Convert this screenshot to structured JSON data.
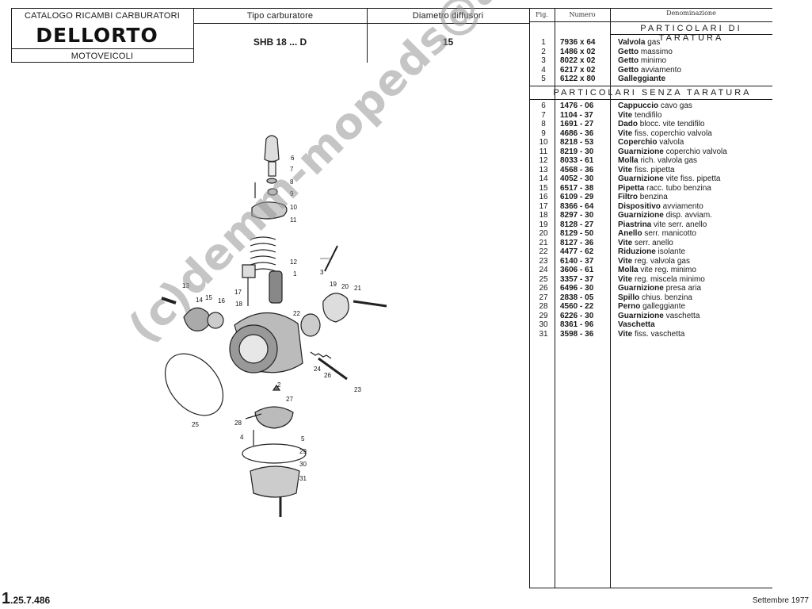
{
  "header": {
    "catalog_title": "CATALOGO RICAMBI CARBURATORI",
    "brand": "DELLORTO",
    "category": "MOTOVEICOLI",
    "type_label": "Tipo carburatore",
    "type_value": "SHB 18 ... D",
    "diameter_label": "Diametro diffusori",
    "diameter_value": "15"
  },
  "table": {
    "col_fig": "Fig.",
    "col_number": "Numero",
    "col_name": "Denominazione",
    "section_calibrated": "PARTICOLARI DI TARATURA",
    "section_uncalibrated": "PARTICOLARI SENZA TARATURA",
    "calibrated": [
      {
        "fig": "1",
        "number": "7936 x 64",
        "bold": "Valvola",
        "rest": " gas"
      },
      {
        "fig": "2",
        "number": "1486 x 02",
        "bold": "Getto",
        "rest": " massimo"
      },
      {
        "fig": "3",
        "number": "8022 x 02",
        "bold": "Getto",
        "rest": " minimo"
      },
      {
        "fig": "4",
        "number": "6217 x 02",
        "bold": "Getto",
        "rest": " avviamento"
      },
      {
        "fig": "5",
        "number": "6122 x 80",
        "bold": "Galleggiante",
        "rest": ""
      }
    ],
    "uncalibrated": [
      {
        "fig": "6",
        "number": "1476 - 06",
        "bold": "Cappuccio",
        "rest": " cavo gas"
      },
      {
        "fig": "7",
        "number": "1104 - 37",
        "bold": "Vite",
        "rest": " tendifilo"
      },
      {
        "fig": "8",
        "number": "1691 - 27",
        "bold": "Dado",
        "rest": " blocc. vite tendifilo"
      },
      {
        "fig": "9",
        "number": "4686 - 36",
        "bold": "Vite",
        "rest": " fiss. coperchio valvola"
      },
      {
        "fig": "10",
        "number": "8218 - 53",
        "bold": "Coperchio",
        "rest": " valvola"
      },
      {
        "fig": "11",
        "number": "8219 - 30",
        "bold": "Guarnizione",
        "rest": " coperchio valvola"
      },
      {
        "fig": "12",
        "number": "8033 - 61",
        "bold": "Molla",
        "rest": " rich. valvola gas"
      },
      {
        "fig": "13",
        "number": "4568 - 36",
        "bold": "Vite",
        "rest": " fiss. pipetta"
      },
      {
        "fig": "14",
        "number": "4052 - 30",
        "bold": "Guarnizione",
        "rest": " vite fiss. pipetta"
      },
      {
        "fig": "15",
        "number": "6517 - 38",
        "bold": "Pipetta",
        "rest": " racc. tubo benzina"
      },
      {
        "fig": "16",
        "number": "6109 - 29",
        "bold": "Filtro",
        "rest": " benzina"
      },
      {
        "fig": "17",
        "number": "8366 - 64",
        "bold": "Dispositivo",
        "rest": " avviamento"
      },
      {
        "fig": "18",
        "number": "8297 - 30",
        "bold": "Guarnizione",
        "rest": " disp. avviam."
      },
      {
        "fig": "19",
        "number": "8128 - 27",
        "bold": "Piastrina",
        "rest": " vite serr. anello"
      },
      {
        "fig": "20",
        "number": "8129 - 50",
        "bold": "Anello",
        "rest": " serr. manicotto"
      },
      {
        "fig": "21",
        "number": "8127 - 36",
        "bold": "Vite",
        "rest": " serr. anello"
      },
      {
        "fig": "22",
        "number": "4477 - 62",
        "bold": "Riduzione",
        "rest": " isolante"
      },
      {
        "fig": "23",
        "number": "6140 - 37",
        "bold": "Vite",
        "rest": " reg. valvola gas"
      },
      {
        "fig": "24",
        "number": "3606 - 61",
        "bold": "Molla",
        "rest": " vite reg. minimo"
      },
      {
        "fig": "25",
        "number": "3357 - 37",
        "bold": "Vite",
        "rest": " reg. miscela minimo"
      },
      {
        "fig": "26",
        "number": "6496 - 30",
        "bold": "Guarnizione",
        "rest": " presa aria"
      },
      {
        "fig": "27",
        "number": "2838 - 05",
        "bold": "Spillo",
        "rest": " chius. benzina"
      },
      {
        "fig": "28",
        "number": "4560 - 22",
        "bold": "Perno",
        "rest": " galleggiante"
      },
      {
        "fig": "29",
        "number": "6226 - 30",
        "bold": "Guarnizione",
        "rest": " vaschetta"
      },
      {
        "fig": "30",
        "number": "8361 - 96",
        "bold": "Vaschetta",
        "rest": ""
      },
      {
        "fig": "31",
        "number": "3598 - 36",
        "bold": "Vite",
        "rest": " fiss. vaschetta"
      }
    ]
  },
  "drawing": {
    "callouts": [
      "1",
      "2",
      "3",
      "4",
      "5",
      "6",
      "7",
      "8",
      "9",
      "10",
      "11",
      "12",
      "13",
      "14",
      "15",
      "16",
      "17",
      "18",
      "19",
      "20",
      "21",
      "22",
      "23",
      "24",
      "25",
      "26",
      "27",
      "28",
      "29",
      "30",
      "31"
    ]
  },
  "watermark": "(c)demm-mopeds@aruba.it",
  "footer": {
    "code_prefix": "1",
    "code_rest": ".25.7.486",
    "date": "Settembre 1977"
  },
  "colors": {
    "ink": "#1a1a1a",
    "paper": "#ffffff",
    "watermark": "#969696"
  }
}
